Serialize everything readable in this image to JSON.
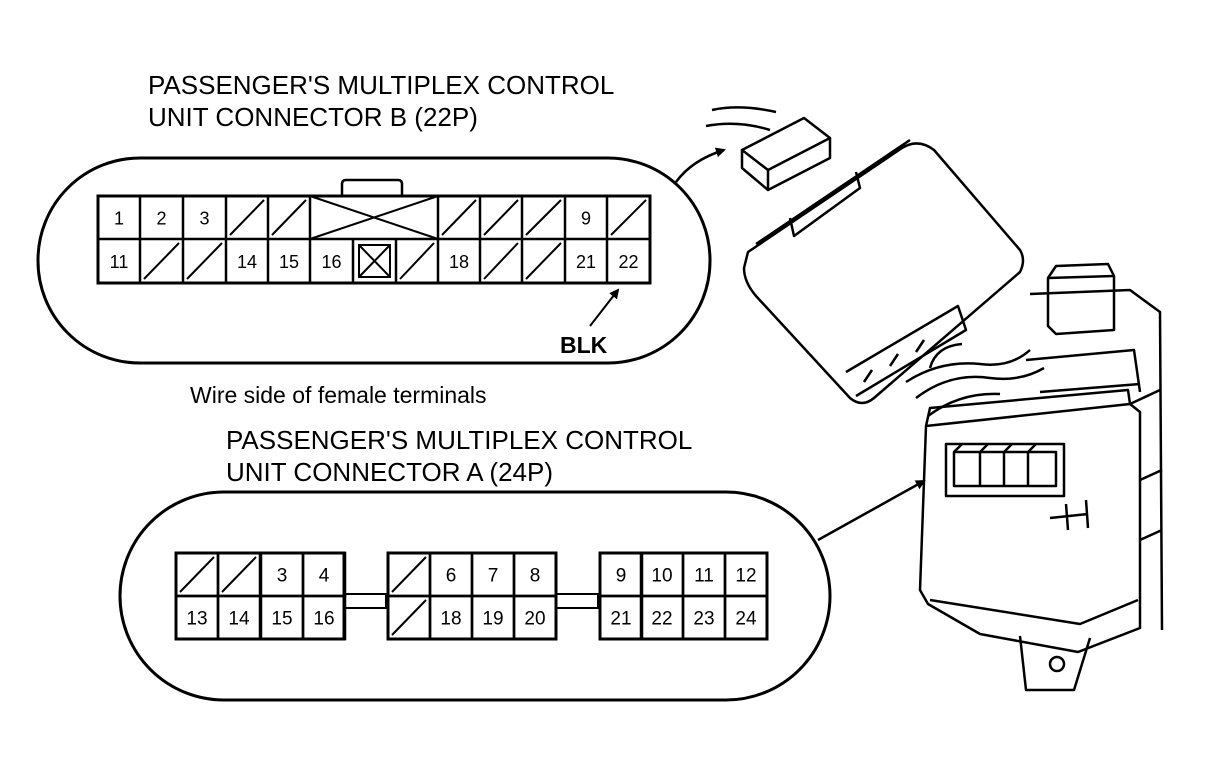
{
  "connector_b": {
    "title_line1": "PASSENGER'S MULTIPLEX CONTROL",
    "title_line2": "UNIT CONNECTOR B (22P)",
    "top_row": [
      "1",
      "2",
      "3",
      "",
      "",
      "",
      "",
      "",
      "",
      "9",
      ""
    ],
    "bottom_row": [
      "11",
      "",
      "",
      "14",
      "15",
      "16",
      "",
      "",
      "18",
      "",
      "",
      "21",
      "22"
    ],
    "callout": "BLK"
  },
  "view_note": "Wire side of female terminals",
  "connector_a": {
    "title_line1": "PASSENGER'S MULTIPLEX CONTROL",
    "title_line2": "UNIT CONNECTOR A (24P)",
    "top_row": [
      "",
      "",
      "3",
      "4",
      "",
      "6",
      "7",
      "8",
      "9",
      "10",
      "11",
      "12"
    ],
    "bottom_row": [
      "13",
      "14",
      "15",
      "16",
      "",
      "18",
      "19",
      "20",
      "21",
      "22",
      "23",
      "24"
    ]
  },
  "colors": {
    "ink": "#000000",
    "background": "#ffffff"
  },
  "icons": [
    "control-unit-illustration",
    "arrow-icon"
  ]
}
